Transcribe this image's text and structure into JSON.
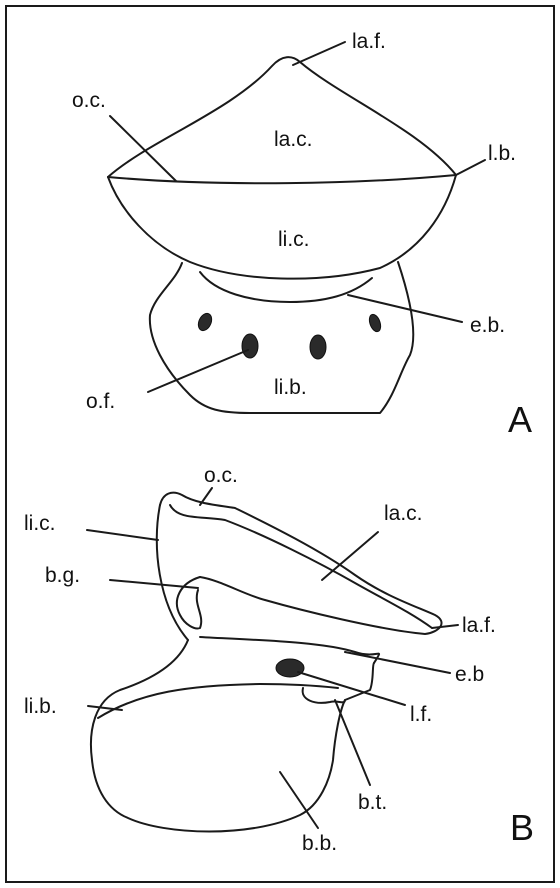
{
  "panels": {
    "a": {
      "letter": "A",
      "labels": {
        "laf": "la.f.",
        "oc": "o.c.",
        "lac": "la.c.",
        "lb": "l.b.",
        "lic": "li.c.",
        "eb": "e.b.",
        "of": "o.f.",
        "lib": "li.b."
      }
    },
    "b": {
      "letter": "B",
      "labels": {
        "oc": "o.c.",
        "lic": "li.c.",
        "lac": "la.c.",
        "bg": "b.g.",
        "laf": "la.f.",
        "eb": "e.b",
        "lib": "li.b.",
        "lf": "l.f.",
        "bt": "b.t.",
        "bb": "b.b."
      }
    }
  }
}
